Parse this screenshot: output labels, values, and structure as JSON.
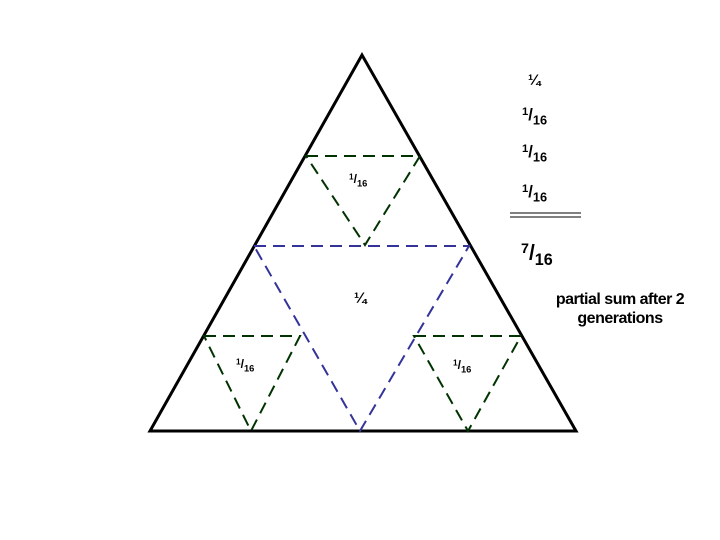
{
  "colors": {
    "outline": "#000000",
    "gen1": "#333399",
    "gen2": "#003300"
  },
  "inner_labels": {
    "center": "¼",
    "top": {
      "num": "1",
      "den": "16"
    },
    "left": {
      "num": "1",
      "den": "16"
    },
    "right": {
      "num": "1",
      "den": "16"
    }
  },
  "sum": {
    "term1": "¼",
    "term2": {
      "num": "1",
      "den": "16"
    },
    "term3": {
      "num": "1",
      "den": "16"
    },
    "term4": {
      "num": "1",
      "den": "16"
    },
    "total": {
      "num": "7",
      "den": "16"
    },
    "caption": "partial sum after 2 generations"
  }
}
